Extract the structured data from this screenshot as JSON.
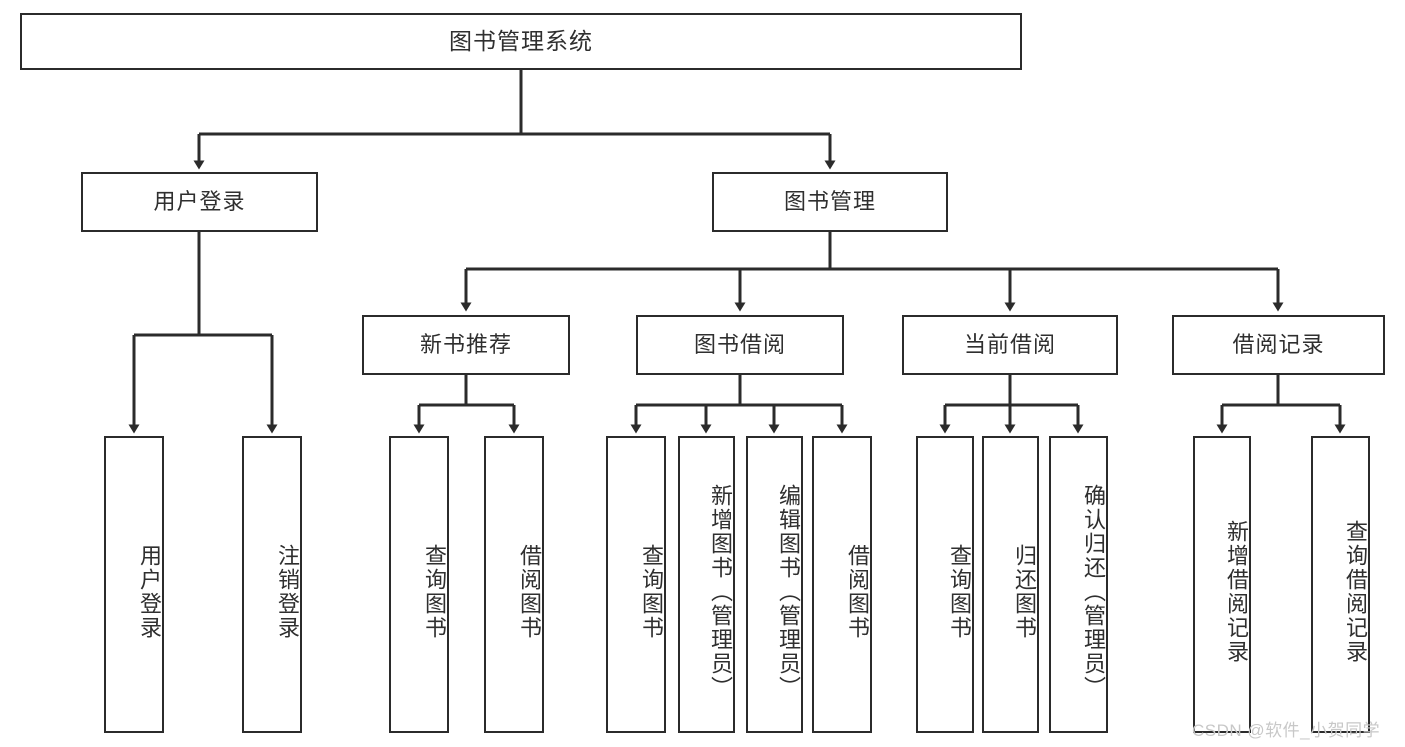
{
  "diagram": {
    "title": "图书管理系统",
    "type": "tree-hierarchy-diagram",
    "style": {
      "box_border": "#2b2b2b",
      "box_fill": "#ffffff",
      "text_color": "#2f2f2f",
      "edge_color": "#2b2b2b",
      "background": "#ffffff",
      "watermark_color": "#c8c8c8"
    }
  },
  "nodes": {
    "root": {
      "label": "图书管理系统"
    },
    "level1": [
      {
        "id": "user-login",
        "label": "用户登录"
      },
      {
        "id": "book-management",
        "label": "图书管理"
      }
    ],
    "level2": [
      {
        "id": "new-book-recommend",
        "label": "新书推荐"
      },
      {
        "id": "book-borrow",
        "label": "图书借阅"
      },
      {
        "id": "current-borrow",
        "label": "当前借阅"
      },
      {
        "id": "borrow-record",
        "label": "借阅记录"
      }
    ],
    "leaves": {
      "user-login": [
        {
          "id": "leaf-user-login",
          "label": "用户登录"
        },
        {
          "id": "leaf-logout-login",
          "label": "注销登录"
        }
      ],
      "new-book-recommend": [
        {
          "id": "leaf-query-book-1",
          "label": "查询图书"
        },
        {
          "id": "leaf-borrow-book-1",
          "label": "借阅图书"
        }
      ],
      "book-borrow": [
        {
          "id": "leaf-query-book-2",
          "label": "查询图书"
        },
        {
          "id": "leaf-add-book-admin",
          "label": "新增图书（管理员）"
        },
        {
          "id": "leaf-edit-book-admin",
          "label": "编辑图书（管理员）"
        },
        {
          "id": "leaf-borrow-book-2",
          "label": "借阅图书"
        }
      ],
      "current-borrow": [
        {
          "id": "leaf-query-book-3",
          "label": "查询图书"
        },
        {
          "id": "leaf-return-book",
          "label": "归还图书"
        },
        {
          "id": "leaf-confirm-return-admin",
          "label": "确认归还（管理员）"
        }
      ],
      "borrow-record": [
        {
          "id": "leaf-add-borrow-record",
          "label": "新增借阅记录"
        },
        {
          "id": "leaf-query-borrow-record",
          "label": "查询借阅记录"
        }
      ]
    }
  },
  "watermark": {
    "text": "CSDN @软件_小贺同学"
  }
}
